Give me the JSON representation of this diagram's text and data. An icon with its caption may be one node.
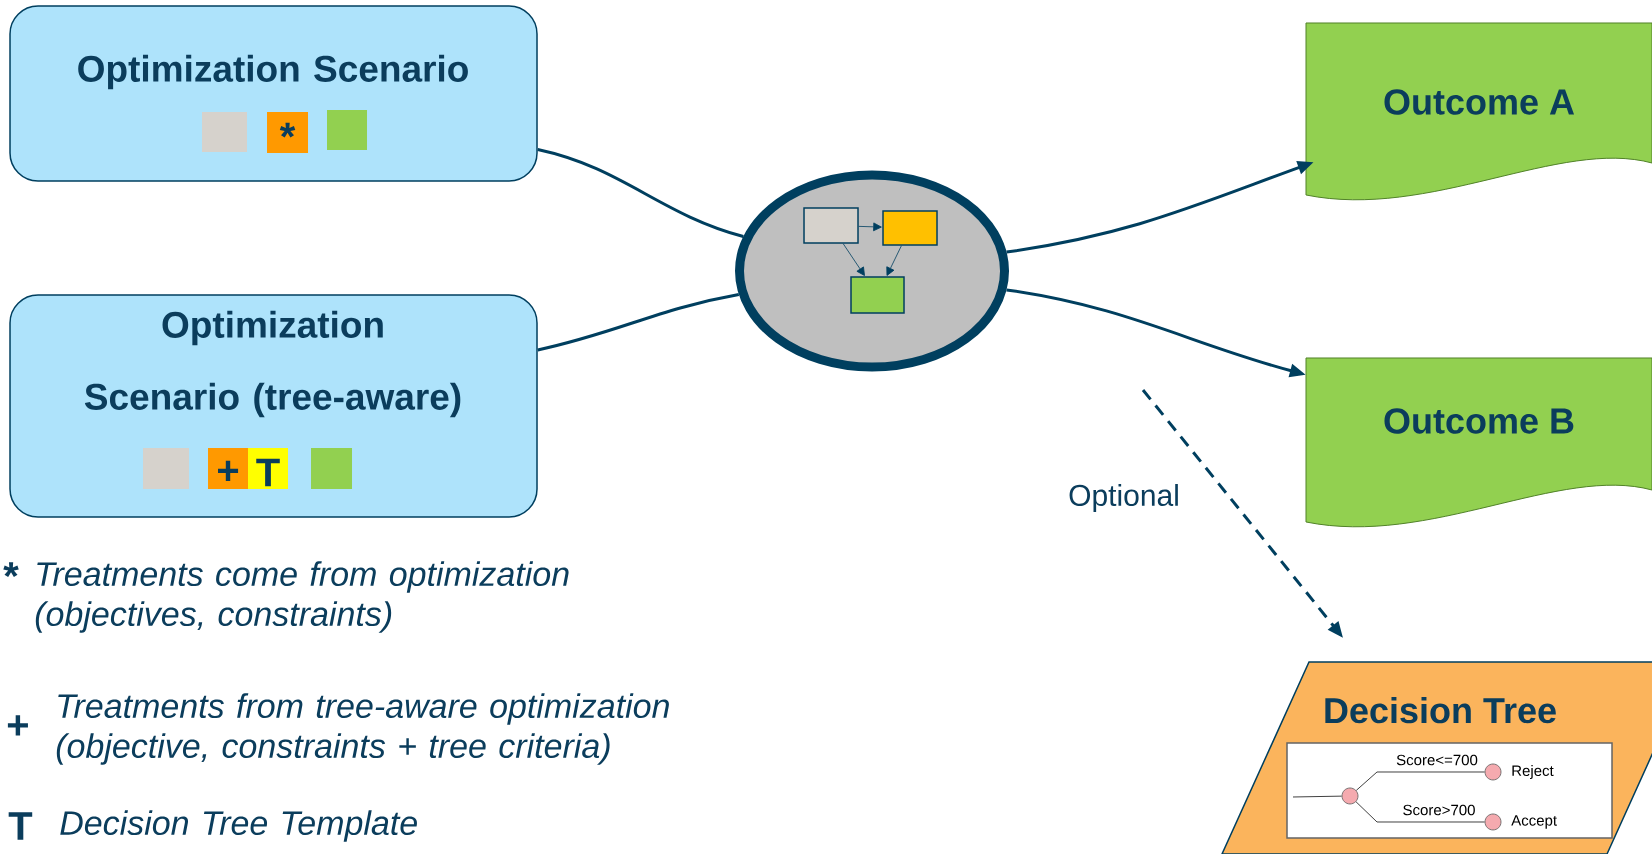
{
  "diagram": {
    "nodes": [
      {
        "text": [
          "Optimization Scenario",
          "*"
        ]
      },
      {
        "text": [
          "Optimization Scenario (tree-aware)",
          "+",
          "T"
        ]
      },
      {
        "text": [],
        "shape": "ellipse"
      },
      {
        "text": [],
        "shape": "box",
        "in": 2
      },
      {
        "text": [],
        "shape": "box",
        "in": 2
      },
      {
        "text": [],
        "shape": "box",
        "in": 2
      },
      {
        "text": [
          "Outcome A"
        ]
      },
      {
        "text": [
          "Outcome B"
        ]
      },
      {
        "text": [
          "Decision Tree"
        ]
      },
      {
        "text": [],
        "shape": "box",
        "in": 8
      },
      {
        "text": [],
        "shape": "circle",
        "in": 9
      },
      {
        "text": [],
        "shape": "circle",
        "in": 9,
        "beside": [
          "Reject"
        ]
      },
      {
        "text": [],
        "shape": "circle",
        "in": 9,
        "beside": [
          "Accept"
        ]
      }
    ],
    "edges": [
      {
        "from": 0,
        "to": 2,
        "arrow": "none"
      },
      {
        "from": 1,
        "to": 2,
        "arrow": "none"
      },
      {
        "from": 3,
        "to": 4,
        "arrow": "to"
      },
      {
        "from": 3,
        "to": 5,
        "arrow": "to"
      },
      {
        "from": 4,
        "to": 5,
        "arrow": "to"
      },
      {
        "from": 2,
        "to": 6,
        "arrow": "to"
      },
      {
        "from": 2,
        "to": 7,
        "arrow": "to"
      },
      {
        "from": null,
        "to": 8,
        "arrow": "to",
        "style": "dashed",
        "label": "Optional"
      },
      {
        "from": null,
        "to": 10,
        "arrow": "none",
        "color": "#404040"
      },
      {
        "from": 10,
        "to": 11,
        "arrow": "none",
        "color": "#404040",
        "label": "Score<=700"
      },
      {
        "from": 10,
        "to": 12,
        "arrow": "none",
        "color": "#404040",
        "label": "Score>700"
      }
    ],
    "labels": [
      "*",
      "Treatments come from optimization (objectives, constraints)",
      "+",
      "Treatments from tree-aware optimization (objective, constraints + tree criteria)",
      "T",
      "Decision Tree Template"
    ]
  }
}
